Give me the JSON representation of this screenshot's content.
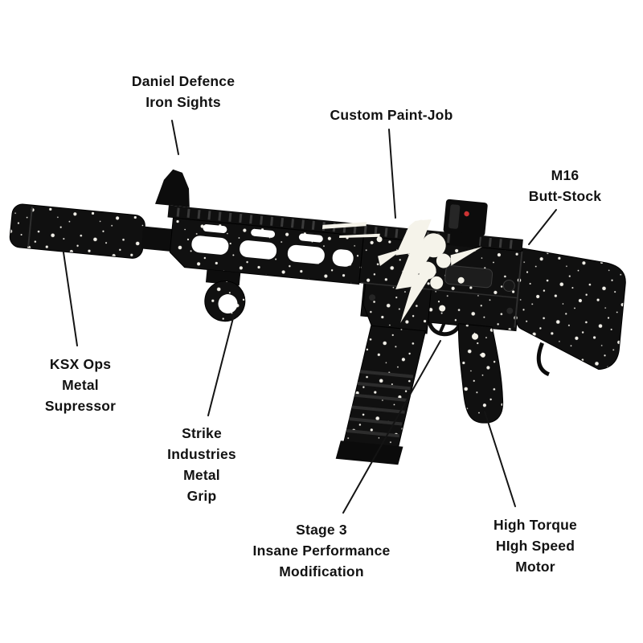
{
  "diagram": {
    "type": "annotated-product-diagram",
    "subject": "Custom painted airsoft rifle with labeled upgrade parts",
    "colors": {
      "background": "#ffffff",
      "gun_black": "#101010",
      "speckle_white": "#f2f0e9",
      "paint_splatter": "#f5f3ea",
      "label_text": "#121212",
      "leader_line": "#141414",
      "red_dot": "#cc3333"
    },
    "labels": [
      {
        "id": "iron-sights",
        "text": "Daniel Defence\nIron Sights"
      },
      {
        "id": "paint-job",
        "text": "Custom Paint-Job"
      },
      {
        "id": "butt-stock",
        "text": "M16\nButt-Stock"
      },
      {
        "id": "suppressor",
        "text": "KSX Ops\nMetal\nSupressor"
      },
      {
        "id": "grip",
        "text": "Strike\nIndustries\nMetal\nGrip"
      },
      {
        "id": "stage3",
        "text": "Stage 3\nInsane Performance\nModification"
      },
      {
        "id": "motor",
        "text": "High Torque\nHIgh Speed Motor"
      }
    ]
  }
}
